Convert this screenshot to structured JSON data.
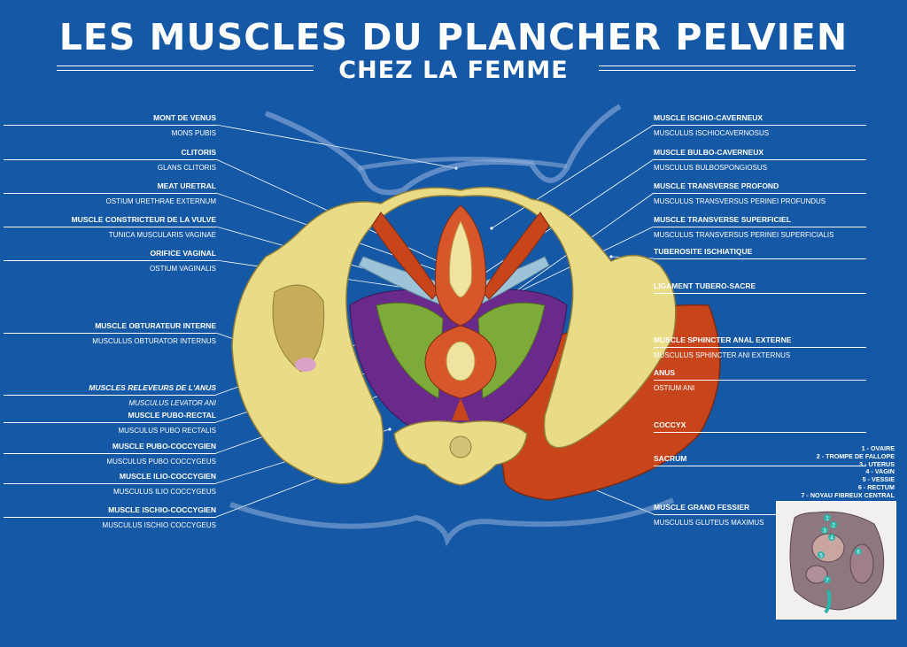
{
  "title": "LES MUSCLES DU PLANCHER PELVIEN",
  "subtitle": "CHEZ LA FEMME",
  "colors": {
    "background": "#1458a6",
    "bone": "#eadb87",
    "muscle_red": "#c8451c",
    "levator_purple": "#6a2a8c",
    "levator_green": "#7dab3a",
    "transverse_blue": "#9cc3d8"
  },
  "labels_left": [
    {
      "name": "MONT DE VENUS",
      "latin": "MONS PUBIS",
      "italic": false
    },
    {
      "name": "CLITORIS",
      "latin": "GLANS CLITORIS",
      "italic": false
    },
    {
      "name": "MEAT URETRAL",
      "latin": "OSTIUM URETHRAE EXTERNUM",
      "italic": false
    },
    {
      "name": "MUSCLE CONSTRICTEUR DE LA VULVE",
      "latin": "TUNICA MUSCULARIS VAGINAE",
      "italic": false
    },
    {
      "name": "ORIFICE VAGINAL",
      "latin": "OSTIUM VAGINALIS",
      "italic": false
    },
    {
      "name": "MUSCLE OBTURATEUR INTERNE",
      "latin": "MUSCULUS OBTURATOR INTERNUS",
      "italic": false
    },
    {
      "name": "MUSCLES RELEVEURS DE L'ANUS",
      "latin": "MUSCULUS LEVATOR ANI",
      "italic": true
    },
    {
      "name": "MUSCLE PUBO-RECTAL",
      "latin": "MUSCULUS PUBO RECTALIS",
      "italic": false
    },
    {
      "name": "MUSCLE PUBO-COCCYGIEN",
      "latin": "MUSCULUS PUBO COCCYGEUS",
      "italic": false
    },
    {
      "name": "MUSCLE ILIO-COCCYGIEN",
      "latin": "MUSCULUS ILIO COCCYGEUS",
      "italic": false
    },
    {
      "name": "MUSCLE ISCHIO-COCCYGIEN",
      "latin": "MUSCULUS ISCHIO COCCYGEUS",
      "italic": false
    }
  ],
  "labels_right": [
    {
      "name": "MUSCLE ISCHIO-CAVERNEUX",
      "latin": "MUSCULUS ISCHIOCAVERNOSUS"
    },
    {
      "name": "MUSCLE BULBO-CAVERNEUX",
      "latin": "MUSCULUS BULBOSPONGIOSUS"
    },
    {
      "name": "MUSCLE TRANSVERSE PROFOND",
      "latin": "MUSCULUS TRANSVERSUS PERINEI PROFUNDUS"
    },
    {
      "name": "MUSCLE TRANSVERSE SUPERFICIEL",
      "latin": "MUSCULUS TRANSVERSUS PERINEI SUPERFICIALIS"
    },
    {
      "name": "TUBEROSITE ISCHIATIQUE",
      "latin": ""
    },
    {
      "name": "LIGAMENT TUBERO-SACRE",
      "latin": ""
    },
    {
      "name": "MUSCLE SPHINCTER ANAL EXTERNE",
      "latin": "MUSCULUS SPHINCTER ANI EXTERNUS"
    },
    {
      "name": "ANUS",
      "latin": "OSTIUM ANI"
    },
    {
      "name": "COCCYX",
      "latin": ""
    },
    {
      "name": "SACRUM",
      "latin": ""
    },
    {
      "name": "MUSCLE GRAND FESSIER",
      "latin": "MUSCULUS GLUTEUS MAXIMUS"
    }
  ],
  "legend": [
    "1 - OVAIRE",
    "2 - TROMPE DE FALLOPE",
    "3 - UTERUS",
    "4 - VAGIN",
    "5 - VESSIE",
    "6 - RECTUM",
    "7 - NOYAU FIBREUX CENTRAL"
  ],
  "inset_markers": [
    "1",
    "2",
    "3",
    "4",
    "5",
    "6",
    "7"
  ]
}
